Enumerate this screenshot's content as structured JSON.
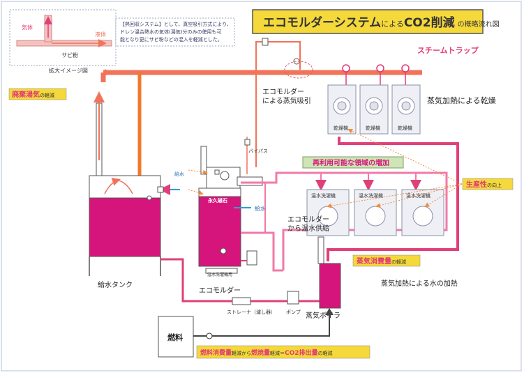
{
  "title": {
    "main": "エコモルダーシステム",
    "mid": "による",
    "bold": "CO2削減",
    "suffix": "の概略流れ図"
  },
  "inset": {
    "label_gas": "気体",
    "label_liquid": "液体",
    "label_rust": "サビ粉",
    "caption": "拡大イメージ図"
  },
  "note": {
    "line1": "【熱回収システム】として、真空吸引方式により、",
    "line2": "ドレン温合熱水の気体(湯気)分のみの使用も可",
    "line3": "能となり更にサビ粉などの混入を軽減とした。"
  },
  "labels": {
    "steam_trap": "スチームトラップ",
    "waste_steam": "廃棄湯気",
    "waste_steam_suffix": "の軽減",
    "ecomolder_suction_1": "エコモルダー",
    "ecomolder_suction_2": "による蒸気吸引",
    "dryer_heating": "蒸気加熱による乾燥",
    "dryer": "乾燥機",
    "bypass": "バイパス",
    "feed_water": "給水",
    "permanent_magnet": "永久磁石",
    "feed_water_2": "給水",
    "reusable_area": "再利用可能な領域の増加",
    "productivity": "生産性",
    "productivity_suffix": "の向上",
    "washer": "温水洗濯機",
    "hot_water_supply_1": "エコモルダー",
    "hot_water_supply_2": "から温水供給",
    "tank": "給水タンク",
    "ecomolder": "エコモルダー",
    "ecomolder_plate": "温水洗濯機用",
    "steam_consumption": "蒸気消費量",
    "steam_consumption_suffix": "の軽減",
    "water_heating": "蒸気加熱による水の加熱",
    "strainer": "ストレーナ（濾し器）",
    "pump": "ポンプ",
    "boiler": "蒸気ボイラ",
    "fuel": "燃料",
    "bottom_1": "燃料消費量",
    "bottom_2": "軽減から",
    "bottom_3": "燃焼量",
    "bottom_4": "軽減＝",
    "bottom_5": "CO2排出量",
    "bottom_6": "の軽減"
  },
  "colors": {
    "steam": "#f0735a",
    "hot_water": "#e0407a",
    "magenta": "#d6157c",
    "pipe_pink": "#f07aa8",
    "title_bg": "#f5d93a",
    "badge_bg": "#f5d93a",
    "green_badge": "#cfe5b7",
    "accent_red": "#e23a78"
  }
}
